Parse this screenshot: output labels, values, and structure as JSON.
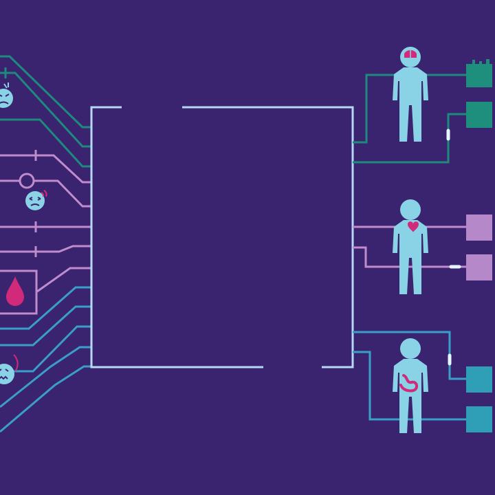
{
  "colors": {
    "background": "#3a2470",
    "frame": "#b6d8f4",
    "teal": "#1e8a7e",
    "teal_box": "#1f8f7d",
    "lavender": "#c08ccc",
    "lavender_box": "#b589c9",
    "blue": "#3a9fc8",
    "blue_box": "#2f9fb8",
    "figure": "#8ad2e6",
    "magenta": "#d12a7a",
    "glow": "#e6f6ff"
  },
  "groups": [
    {
      "name": "teal",
      "organ": "brain-icon"
    },
    {
      "name": "lavender",
      "organ": "heart-icon"
    },
    {
      "name": "blue",
      "organ": "stomach-icon"
    }
  ]
}
